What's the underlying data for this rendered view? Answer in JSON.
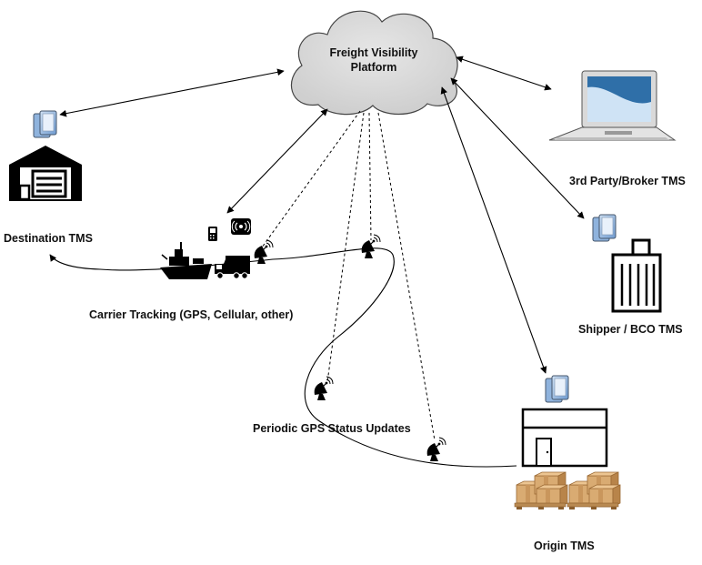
{
  "cloud": {
    "title_line1": "Freight Visibility",
    "title_line2": "Platform",
    "fill": "#d9d9d9",
    "stroke": "#444444"
  },
  "nodes": {
    "destination": {
      "label": "Destination TMS"
    },
    "broker": {
      "label": "3rd Party/Broker TMS"
    },
    "shipper": {
      "label": "Shipper / BCO TMS"
    },
    "origin": {
      "label": "Origin TMS"
    },
    "carrier": {
      "label": "Carrier Tracking (GPS, Cellular, other)"
    },
    "gps": {
      "label": "Periodic GPS Status Updates"
    }
  },
  "colors": {
    "line": "#000000",
    "laptop_screen": "#2f6fa8",
    "box": "#d7a86e",
    "box_dark": "#a6743d",
    "device": "#7fa7d6"
  },
  "icons": [
    "tablet-icon",
    "warehouse-icon",
    "laptop-icon",
    "office-building-icon",
    "store-icon",
    "pallet-boxes-icon",
    "ship-icon",
    "truck-icon",
    "satellite-dish-icon",
    "phone-icon",
    "radio-signal-icon"
  ]
}
